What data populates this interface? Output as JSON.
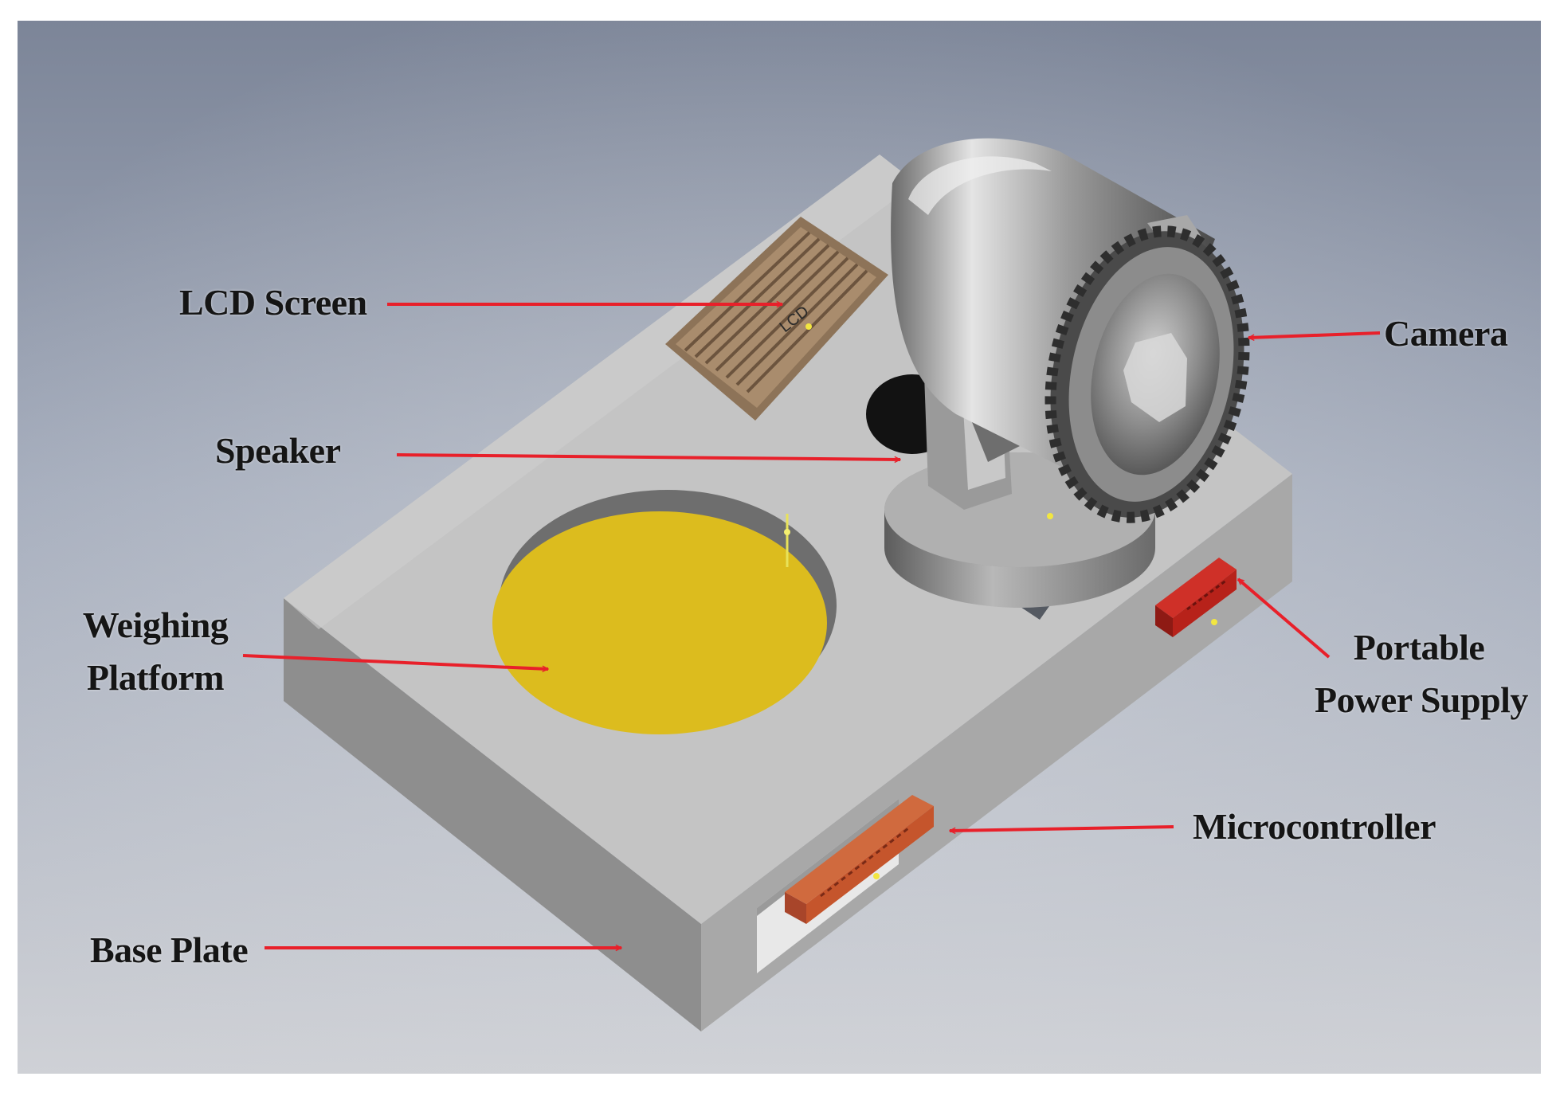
{
  "figure": {
    "labels": {
      "lcd_screen": "LCD Screen",
      "speaker": "Speaker",
      "weighing_platform_line1": "Weighing",
      "weighing_platform_line2": "Platform",
      "base_plate": "Base Plate",
      "camera": "Camera",
      "power_supply_line1": "Portable",
      "power_supply_line2": "Power Supply",
      "microcontroller": "Microcontroller",
      "lcd_marking": "LCD"
    },
    "colors": {
      "arrow": "#e8202a",
      "platform": "#dcbc1e",
      "base_top": "#c6c6c6",
      "base_front": "#8f8f8f",
      "base_side": "#a9a9a9",
      "lcd_panel": "#8d7358",
      "component_red": "#b7221a",
      "component_orange": "#c5552c"
    }
  }
}
